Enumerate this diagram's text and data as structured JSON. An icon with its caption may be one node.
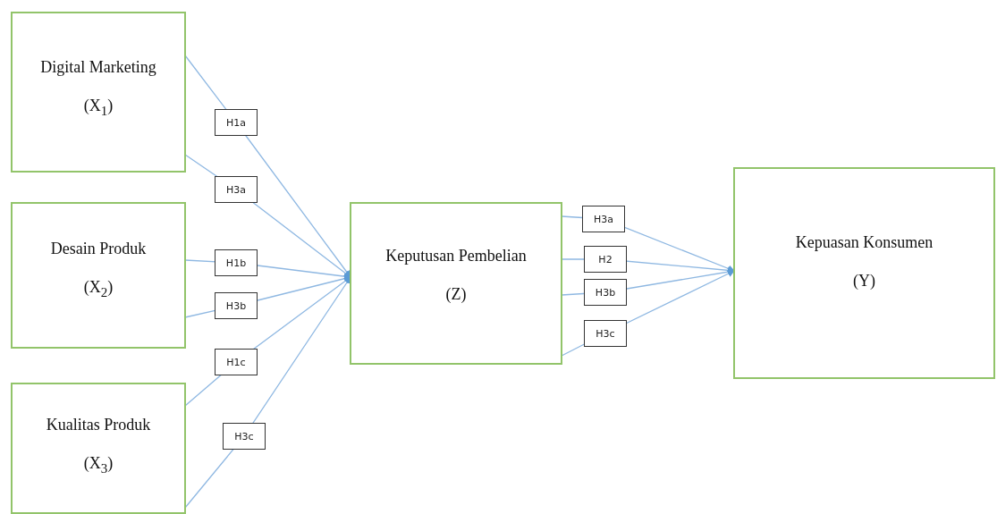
{
  "diagram": {
    "nodes": [
      {
        "text": [
          "Digital Marketing",
          "(X$_{1}$)"
        ]
      },
      {
        "text": [
          "Desain Produk",
          "(X$_{2}$)"
        ]
      },
      {
        "text": [
          "Kualitas Produk",
          "(X$_{3}$)"
        ]
      },
      {
        "text": [
          "Keputusan Pembelian",
          "(Z)"
        ]
      },
      {
        "text": [
          "Kepuasan Konsumen",
          "(Y)"
        ]
      }
    ],
    "edges": [
      {
        "from": 0,
        "to": 3,
        "arrow": "to",
        "label": "H1a"
      },
      {
        "from": 0,
        "to": 3,
        "arrow": "to",
        "label": "H3a"
      },
      {
        "from": 1,
        "to": 3,
        "arrow": "to",
        "label": "H1b"
      },
      {
        "from": 1,
        "to": 3,
        "arrow": "to",
        "label": "H3b"
      },
      {
        "from": 2,
        "to": 3,
        "arrow": "to",
        "label": "H1c"
      },
      {
        "from": 2,
        "to": 3,
        "arrow": "to",
        "label": "H3c"
      },
      {
        "from": 3,
        "to": 4,
        "arrow": "to",
        "label": "H3a"
      },
      {
        "from": 3,
        "to": 4,
        "arrow": "to",
        "label": "H2"
      },
      {
        "from": 3,
        "to": 4,
        "arrow": "to",
        "label": "H3b"
      },
      {
        "from": 3,
        "to": 4,
        "arrow": "to",
        "label": "H3c"
      }
    ]
  }
}
